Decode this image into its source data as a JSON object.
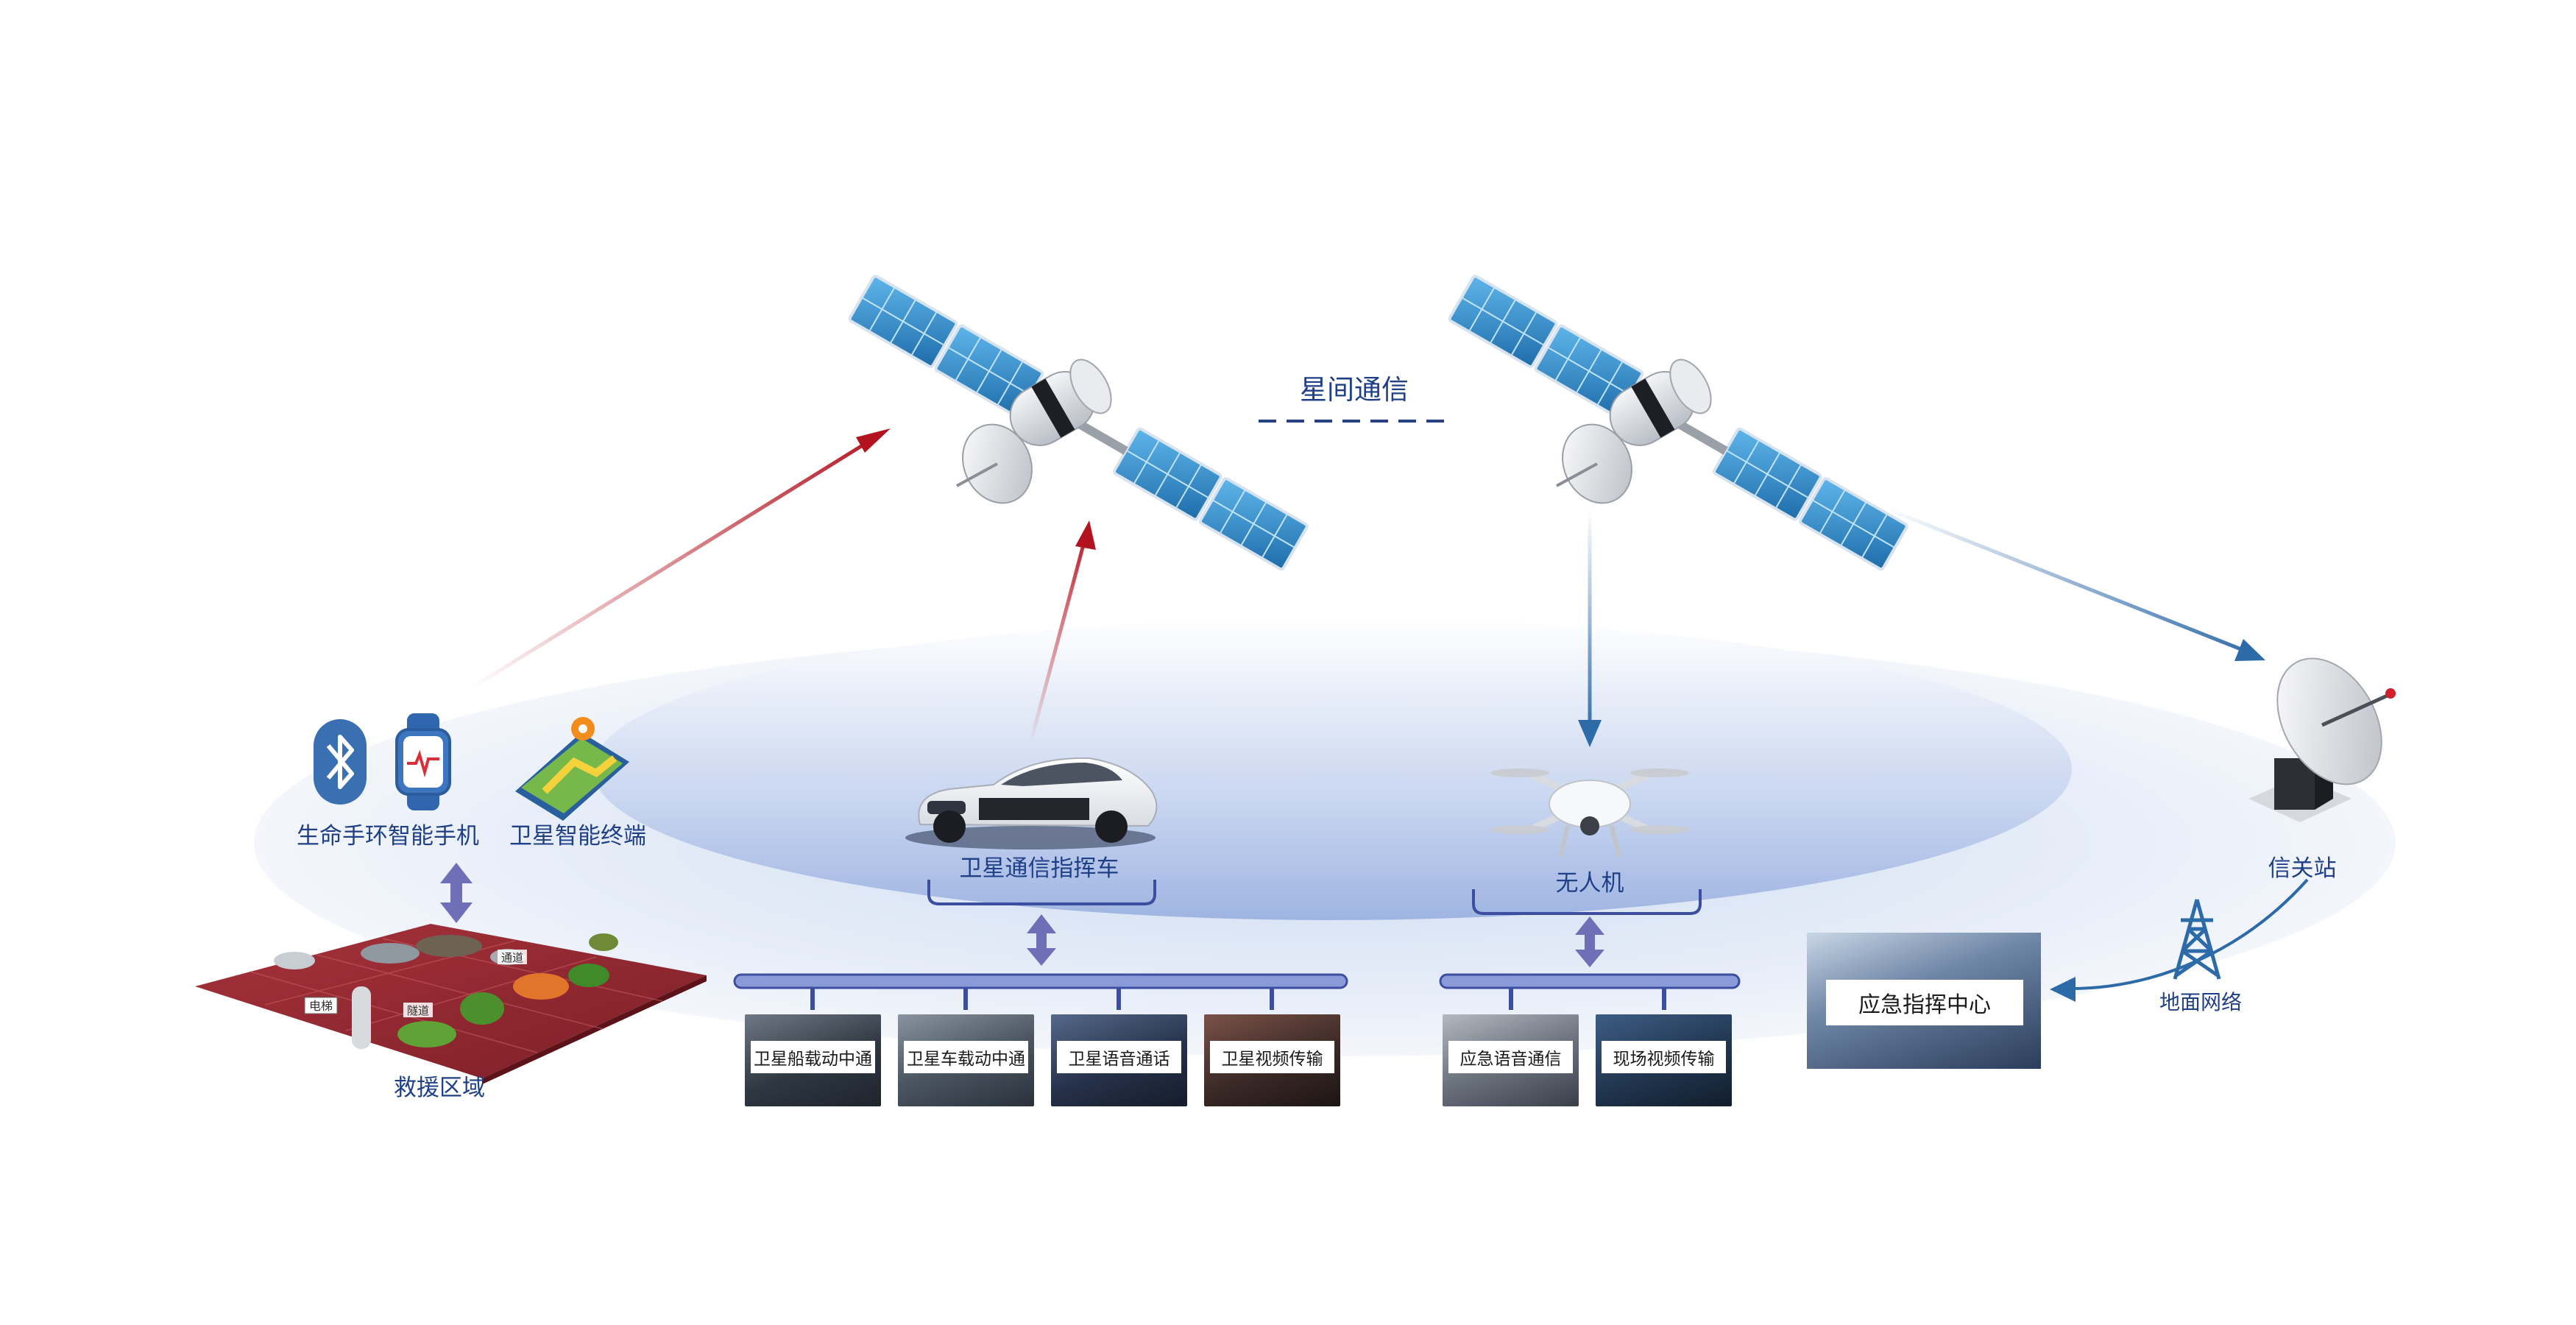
{
  "inter_satellite_label": "星间通信",
  "nodes": {
    "wearables_label": "生命手环智能手机",
    "terminal_label": "卫星智能终端",
    "rescue_area_label": "救援区域",
    "command_vehicle_label": "卫星通信指挥车",
    "drone_label": "无人机",
    "gateway_label": "信关站",
    "ground_network_label": "地面网络",
    "emergency_center_label": "应急指挥中心"
  },
  "map_tags": [
    "电梯",
    "隧道",
    "通道"
  ],
  "vehicle_services": [
    "卫星船载动中通",
    "卫星车载动中通",
    "卫星语音通话",
    "卫星视频传输"
  ],
  "drone_services": [
    "应急语音通信",
    "现场视频传输"
  ],
  "colors": {
    "uplink_red": "#b3121f",
    "downlink_blue": "#2d6aa8",
    "bus_fill": "#8a9ad8",
    "label_blue": "#1f3f86"
  }
}
